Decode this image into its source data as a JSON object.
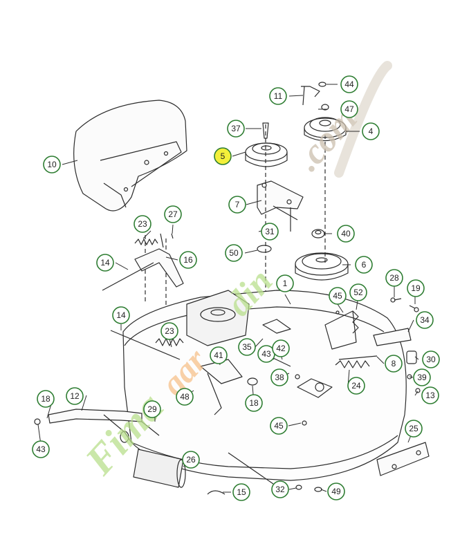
{
  "colors": {
    "callout_stroke": "#2e7d32",
    "callout_fill": "#ffffff",
    "highlight_fill": "#f3ef3a",
    "line": "#2b2b2b",
    "watermark_green": "#b9df8c",
    "watermark_orange": "#f6c08a",
    "watermark_tan": "#cbbfae"
  },
  "watermark": {
    "text": "Fimagardin.com"
  },
  "callouts": [
    {
      "id": "44",
      "label": "44",
      "highlighted": false
    },
    {
      "id": "11",
      "label": "11",
      "highlighted": false
    },
    {
      "id": "47",
      "label": "47",
      "highlighted": false
    },
    {
      "id": "37",
      "label": "37",
      "highlighted": false
    },
    {
      "id": "4",
      "label": "4",
      "highlighted": false
    },
    {
      "id": "5",
      "label": "5",
      "highlighted": true
    },
    {
      "id": "10",
      "label": "10",
      "highlighted": false
    },
    {
      "id": "7",
      "label": "7",
      "highlighted": false
    },
    {
      "id": "27",
      "label": "27",
      "highlighted": false
    },
    {
      "id": "23a",
      "label": "23",
      "highlighted": false
    },
    {
      "id": "31",
      "label": "31",
      "highlighted": false
    },
    {
      "id": "40",
      "label": "40",
      "highlighted": false
    },
    {
      "id": "50",
      "label": "50",
      "highlighted": false
    },
    {
      "id": "14a",
      "label": "14",
      "highlighted": false
    },
    {
      "id": "16",
      "label": "16",
      "highlighted": false
    },
    {
      "id": "6",
      "label": "6",
      "highlighted": false
    },
    {
      "id": "28",
      "label": "28",
      "highlighted": false
    },
    {
      "id": "1",
      "label": "1",
      "highlighted": false
    },
    {
      "id": "19",
      "label": "19",
      "highlighted": false
    },
    {
      "id": "45a",
      "label": "45",
      "highlighted": false
    },
    {
      "id": "52",
      "label": "52",
      "highlighted": false
    },
    {
      "id": "14b",
      "label": "14",
      "highlighted": false
    },
    {
      "id": "34",
      "label": "34",
      "highlighted": false
    },
    {
      "id": "23b",
      "label": "23",
      "highlighted": false
    },
    {
      "id": "35",
      "label": "35",
      "highlighted": false
    },
    {
      "id": "43a",
      "label": "43",
      "highlighted": false
    },
    {
      "id": "42",
      "label": "42",
      "highlighted": false
    },
    {
      "id": "41",
      "label": "41",
      "highlighted": false
    },
    {
      "id": "8",
      "label": "8",
      "highlighted": false
    },
    {
      "id": "30",
      "label": "30",
      "highlighted": false
    },
    {
      "id": "38",
      "label": "38",
      "highlighted": false
    },
    {
      "id": "24",
      "label": "24",
      "highlighted": false
    },
    {
      "id": "39",
      "label": "39",
      "highlighted": false
    },
    {
      "id": "18a",
      "label": "18",
      "highlighted": false
    },
    {
      "id": "12",
      "label": "12",
      "highlighted": false
    },
    {
      "id": "48",
      "label": "48",
      "highlighted": false
    },
    {
      "id": "18b",
      "label": "18",
      "highlighted": false
    },
    {
      "id": "13",
      "label": "13",
      "highlighted": false
    },
    {
      "id": "29",
      "label": "29",
      "highlighted": false
    },
    {
      "id": "45b",
      "label": "45",
      "highlighted": false
    },
    {
      "id": "43b",
      "label": "43",
      "highlighted": false
    },
    {
      "id": "25",
      "label": "25",
      "highlighted": false
    },
    {
      "id": "26",
      "label": "26",
      "highlighted": false
    },
    {
      "id": "32",
      "label": "32",
      "highlighted": false
    },
    {
      "id": "49",
      "label": "49",
      "highlighted": false
    },
    {
      "id": "15",
      "label": "15",
      "highlighted": false
    }
  ]
}
